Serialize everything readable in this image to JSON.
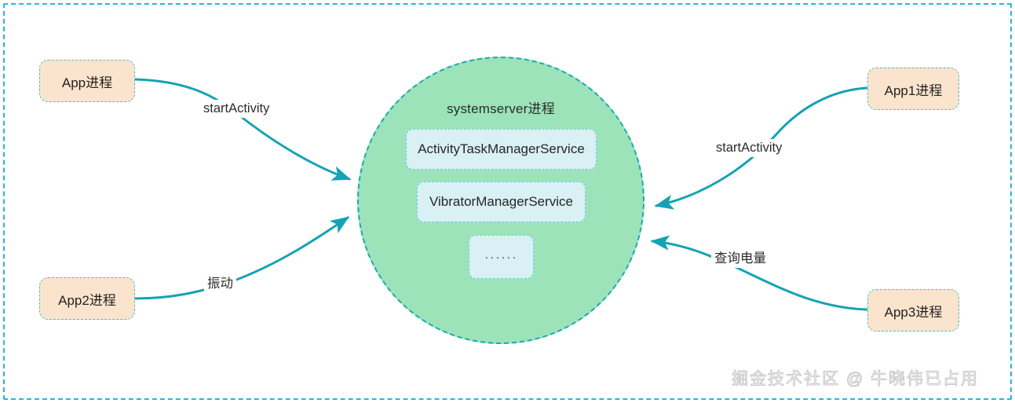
{
  "diagram": {
    "frame": {
      "style": "dashed",
      "color": "#29b6d8"
    },
    "watermark": "掘金技术社区 @ 牛晓伟已占用",
    "center": {
      "title": "systemserver进程",
      "fill": "#9ce3b9",
      "border": "#17a9b4",
      "services": [
        {
          "label": "ActivityTaskManagerService"
        },
        {
          "label": "VibratorManagerService"
        },
        {
          "label": "······"
        }
      ]
    },
    "processes": [
      {
        "id": "app",
        "label": "App进程",
        "side": "left"
      },
      {
        "id": "app2",
        "label": "App2进程",
        "side": "left"
      },
      {
        "id": "app1",
        "label": "App1进程",
        "side": "right"
      },
      {
        "id": "app3",
        "label": "App3进程",
        "side": "right"
      }
    ],
    "edges": [
      {
        "from": "app",
        "to": "systemserver",
        "label": "startActivity"
      },
      {
        "from": "app2",
        "to": "systemserver",
        "label": "振动"
      },
      {
        "from": "app1",
        "to": "systemserver",
        "label": "startActivity"
      },
      {
        "from": "app3",
        "to": "systemserver",
        "label": "查询电量"
      }
    ],
    "colors": {
      "edge": "#14a3b5",
      "process_fill": "#fbe4cd",
      "process_border": "#4fc0b4",
      "service_fill": "#d9f0f4",
      "service_border": "#63cbd6"
    }
  }
}
